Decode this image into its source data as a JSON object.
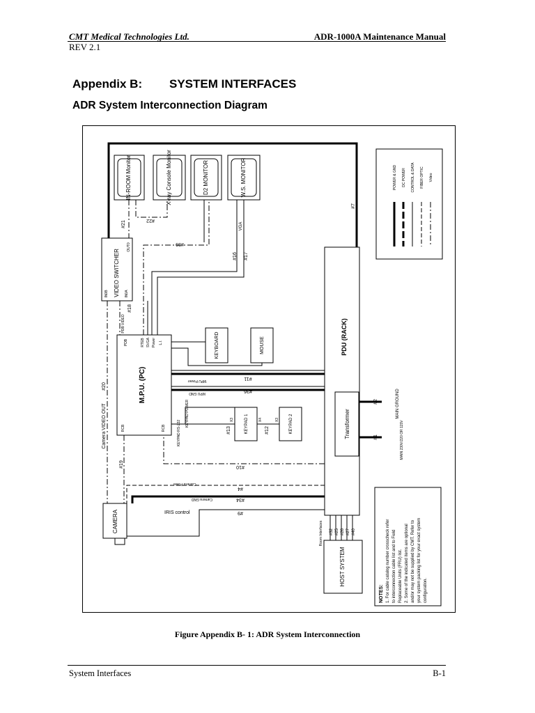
{
  "header": {
    "company": "CMT Medical Technologies Ltd.",
    "manual": "ADR-1000A Maintenance Manual",
    "revision": "REV 2.1"
  },
  "title": {
    "appendix": "Appendix B:",
    "section": "SYSTEM INTERFACES"
  },
  "subtitle": "ADR System Interconnection Diagram",
  "diagram": {
    "monitors": [
      "IN-ROOM Monitor",
      "X-ray Console Monitor",
      "D2 MONITOR",
      "W.S. MONITOR"
    ],
    "video_switcher": "VIDEO SWITCHER",
    "video_switcher_ports": {
      "out": "OUT0",
      "in1": "IN0B",
      "in2": "IN0A"
    },
    "mpu": "M.P.U. (PC)",
    "mpu_ports": [
      "PDB",
      "RTEB",
      "SVGA",
      "Power",
      "L.I.",
      "RCB",
      "RCB"
    ],
    "pdb_video": "PDB VIDEO",
    "keyboard": "KEYBOARD",
    "mouse": "MOUSE",
    "keypad1": "KEYPAD 1",
    "keypad2": "KEYPAD 2",
    "keypad_rs232": "KEYPAD RS-232",
    "keypad_power": "KEYPAD POWER",
    "camera": "CAMERA",
    "camera_video_out": "Camera VIDEO OUT",
    "iris_control": "IRIS control",
    "camera_power": "Camera Power",
    "camera_gnd": "Camera GND",
    "mpu_power": "MPU Power",
    "mpu_gnd": "MPU GND",
    "pdu": "PDU (RACK)",
    "transformer": "Transformer",
    "main_ground": "MAIN GROUND",
    "main_supply": "MAIN 230V/220 OR 115V",
    "host_system": "HOST SYSTEM",
    "room_interfaces": "Room Interfaces",
    "vga": "VGA",
    "x3a": "X3",
    "x4": "X4",
    "x3b": "X3",
    "cables": {
      "c21": "#21",
      "c22": "#22",
      "c39": "#39",
      "c16": "#16",
      "c17": "#17",
      "c18": "#18",
      "c7": "#7",
      "c11": "#11",
      "c36": "#36",
      "c20": "#20",
      "c13": "#13",
      "c12": "#12",
      "c2": "#2",
      "c1": "#1",
      "c10": "#10",
      "c19": "#19",
      "c4": "#4",
      "c34": "#34",
      "c9": "#9",
      "c32": "#32",
      "c25": "#25",
      "c26": "#26",
      "c27": "#27",
      "c40": "#40"
    },
    "legend": [
      "POWER & GND",
      "DC POWER",
      "CONTROL & DATA",
      "FIBER OPTIC",
      "Video"
    ],
    "notes_title": "NOTES:",
    "notes": [
      "1. For cable catalog number crosscheck refer",
      "to interconnection cable list and to Field",
      "Replaceable Units (FRU) list.",
      "2. Some of the indicated items are optional",
      "and/or may not be supplied by CMT. Refer to",
      "your system packing list for your exact system",
      "configuration."
    ]
  },
  "caption": "Figure Appendix B- 1: ADR System Interconnection",
  "footer": {
    "section": "System Interfaces",
    "page": "B-1"
  }
}
